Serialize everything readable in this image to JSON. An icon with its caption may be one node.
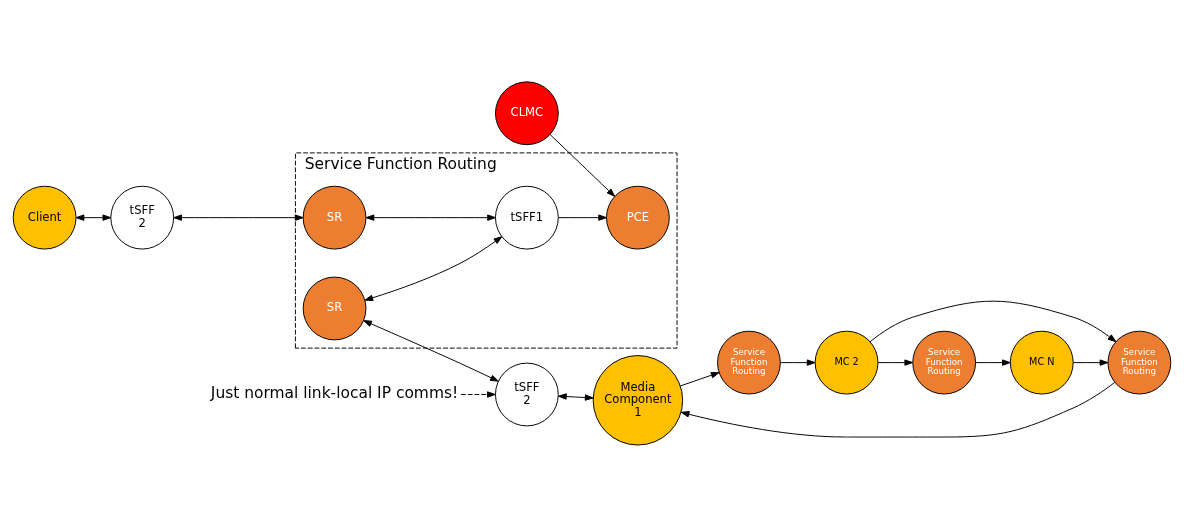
{
  "diagram": {
    "nodes": [
      {
        "text": [
          "Service Function Routing"
        ]
      },
      {
        "text": [
          "Client"
        ]
      },
      {
        "text": [
          "tSFF 2"
        ]
      },
      {
        "text": [
          "SR"
        ],
        "in": 0
      },
      {
        "text": [
          "SR"
        ],
        "in": 0
      },
      {
        "text": [
          "tSFF1"
        ],
        "in": 0
      },
      {
        "text": [
          "PCE"
        ],
        "in": 0
      },
      {
        "text": [
          "tSFF 2"
        ]
      },
      {
        "text": [
          "Media Component 1"
        ]
      },
      {
        "text": [
          "Service Function Routing"
        ]
      },
      {
        "text": [
          "Service Function Routing"
        ]
      },
      {
        "text": [
          "MC 2"
        ]
      },
      {
        "text": [
          "Service Function Routing"
        ]
      },
      {
        "text": [
          "MC N"
        ]
      },
      {
        "text": [
          "CLMC"
        ]
      },
      {
        "text": [
          "Just normal link-local IP comms!"
        ]
      }
    ],
    "edges": [
      {
        "from": 1,
        "to": 2,
        "arrow": "both"
      },
      {
        "from": 2,
        "to": 3,
        "arrow": "both"
      },
      {
        "from": 3,
        "to": 5,
        "arrow": "both"
      },
      {
        "from": 4,
        "to": 5,
        "arrow": "both"
      },
      {
        "from": 4,
        "to": 7,
        "arrow": "both"
      },
      {
        "from": 5,
        "to": 6,
        "arrow": "to"
      },
      {
        "from": 14,
        "to": 6,
        "arrow": "to"
      },
      {
        "from": 7,
        "to": 8,
        "arrow": "both"
      },
      {
        "from": 8,
        "to": 10,
        "arrow": "to"
      },
      {
        "from": 10,
        "to": 11,
        "arrow": "to"
      },
      {
        "from": 11,
        "to": 12,
        "arrow": "to"
      },
      {
        "from": 12,
        "to": 13,
        "arrow": "to"
      },
      {
        "from": 11,
        "to": 9,
        "arrow": "to"
      },
      {
        "from": 13,
        "to": 9,
        "arrow": "to"
      },
      {
        "from": 9,
        "to": 8,
        "arrow": "to"
      },
      {
        "from": 15,
        "to": 7,
        "arrow": "to",
        "style": "dashed"
      }
    ]
  }
}
